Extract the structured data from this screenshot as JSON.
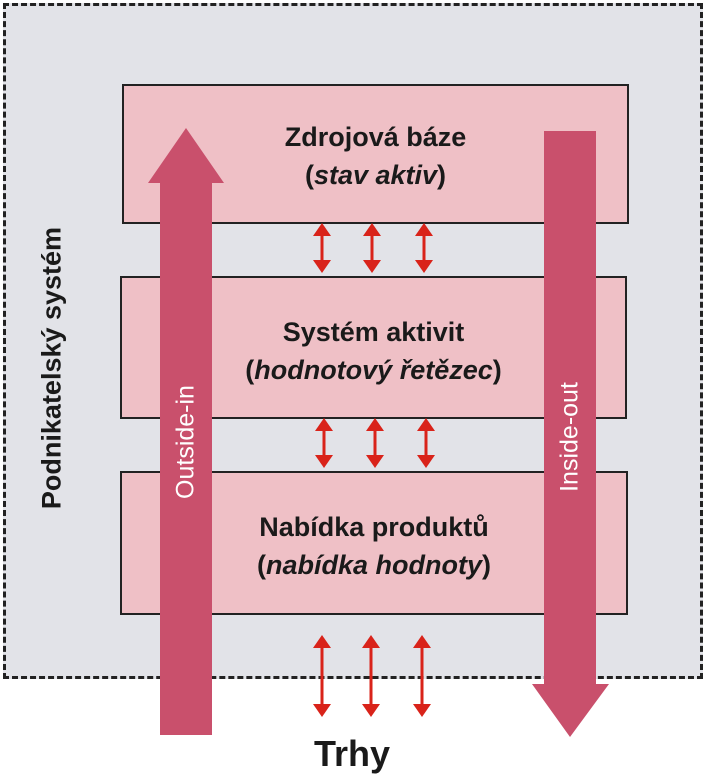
{
  "system_label": "Podnikatelský systém",
  "layers": [
    {
      "title": "Zdrojová báze",
      "subtitle": "stav aktiv"
    },
    {
      "title": "Systém aktivit",
      "subtitle": "hodnotový řetězec"
    },
    {
      "title": "Nabídka produktů",
      "subtitle": "nabídka hodnoty"
    }
  ],
  "arrows": {
    "outside_in": "Outside-in",
    "inside_out": "Inside-out"
  },
  "markets": "Trhy",
  "colors": {
    "system_bg": "#e2e3e8",
    "layer_bg": "#efc0c6",
    "big_arrow": "#c9506c",
    "small_arrow": "#d9231a"
  }
}
